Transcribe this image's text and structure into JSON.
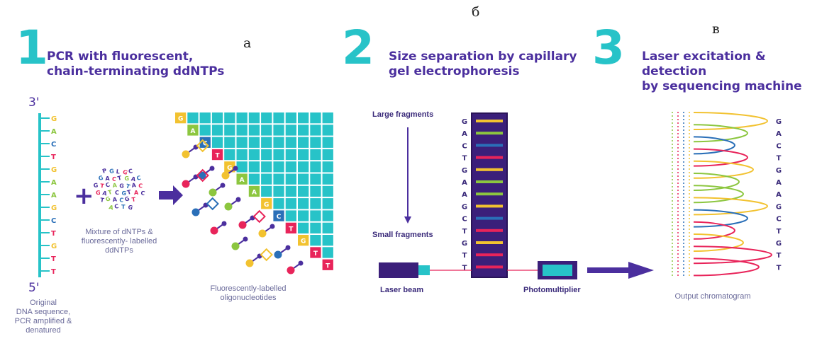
{
  "panels": [
    {
      "number": "1",
      "title_line1": "PCR with fluorescent,",
      "title_line2": "chain-terminating ddNTPs",
      "letter": "а"
    },
    {
      "number": "2",
      "title_line1": "Size separation by capillary",
      "title_line2": "gel electrophoresis",
      "letter": "б"
    },
    {
      "number": "3",
      "title_line1": "Laser excitation & detection",
      "title_line2": "by sequencing machine",
      "letter": "в"
    }
  ],
  "strand": {
    "top_label": "3'",
    "bottom_label": "5'",
    "bases": [
      "G",
      "A",
      "C",
      "T",
      "G",
      "A",
      "A",
      "G",
      "C",
      "T",
      "G",
      "T",
      "T"
    ]
  },
  "captions": {
    "original_dna": [
      "Original",
      "DNA sequence,",
      "PCR amplified &",
      "denatured"
    ],
    "mixture": [
      "Mixture of dNTPs &",
      "fluorescently- labelled",
      "ddNTPs"
    ],
    "oligos": [
      "Fluorescently-labelled",
      "oligonucleotides"
    ],
    "large_fragments": "Large fragments",
    "small_fragments": "Small fragments",
    "laser_beam": "Laser beam",
    "photomultiplier": "Photomultiplier",
    "output": "Output chromatogram"
  },
  "gel_sequence": [
    "G",
    "A",
    "C",
    "T",
    "G",
    "A",
    "A",
    "G",
    "C",
    "T",
    "G",
    "T",
    "T"
  ],
  "chromatogram_sequence": [
    "G",
    "A",
    "C",
    "T",
    "G",
    "A",
    "A",
    "G",
    "C",
    "T",
    "G",
    "T",
    "T"
  ],
  "mix_letters": [
    "P",
    "G",
    "L",
    "G",
    "C",
    "G",
    "A",
    "C",
    "T",
    "G",
    "A",
    "C",
    "G",
    "T",
    "C",
    "A",
    "G",
    "T",
    "A",
    "C",
    "G",
    "A",
    "T",
    "C",
    "G",
    "T",
    "A",
    "C",
    "T",
    "G",
    "A",
    "C",
    "G",
    "T",
    "A",
    "C",
    "T",
    "G"
  ],
  "colors": {
    "teal": "#27c3c8",
    "purple": "#4b2f9e",
    "G": "#f2c230",
    "A": "#8cc63f",
    "C": "#2a6fb8",
    "T": "#e8245a"
  }
}
